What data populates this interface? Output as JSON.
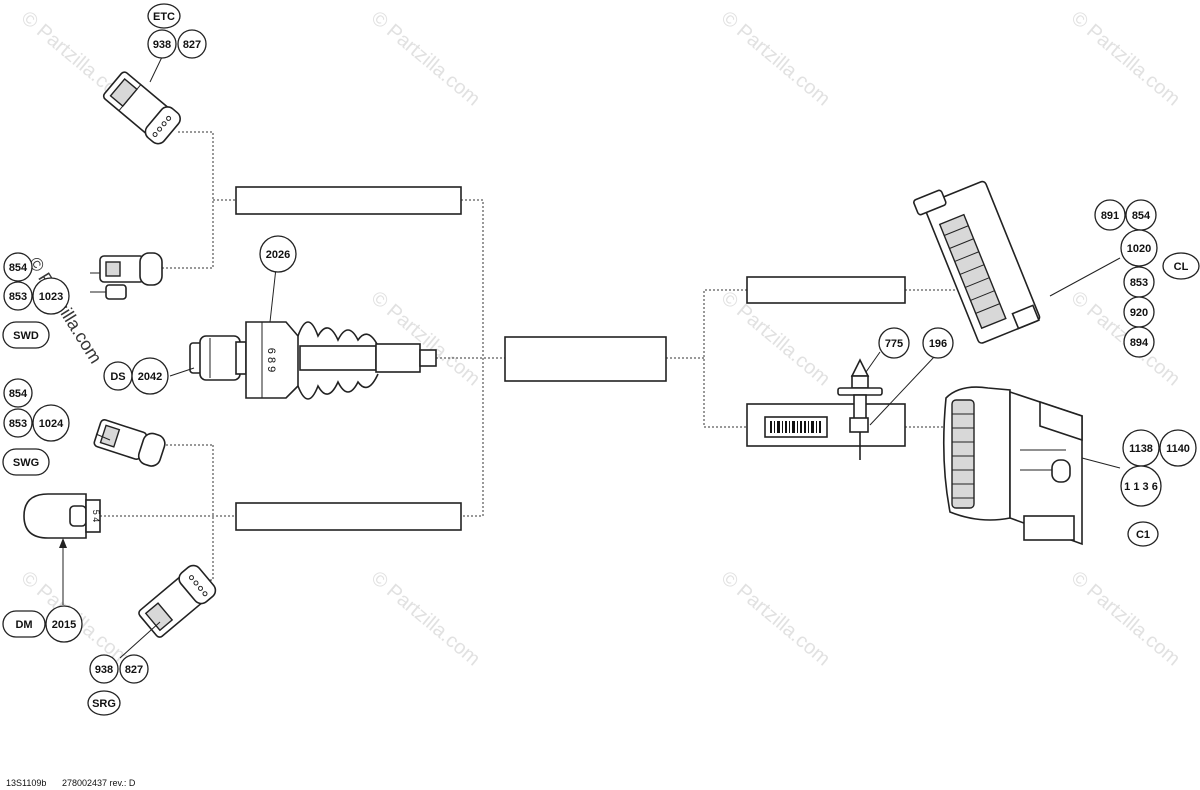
{
  "callouts": {
    "etc_label": "ETC",
    "etc_938": "938",
    "etc_827": "827",
    "swd_854": "854",
    "swd_853": "853",
    "swd_1023": "1023",
    "swd_label": "SWD",
    "sp_2042": "2042",
    "sp_ds": "DS",
    "p_2026": "2026",
    "swg_854": "854",
    "swg_853": "853",
    "swg_1024": "1024",
    "swg_label": "SWG",
    "dm_label": "DM",
    "dm_2015": "2015",
    "srg_938": "938",
    "srg_827": "827",
    "srg_label": "SRG",
    "cl_891": "891",
    "cl_854": "854",
    "cl_1020": "1020",
    "cl_853": "853",
    "cl_920": "920",
    "cl_894": "894",
    "cl_label": "CL",
    "p_775": "775",
    "p_196": "196",
    "c1_1138": "1138",
    "c1_1140": "1140",
    "c1_1136": "1 1 3 6",
    "c1_label": "C1"
  },
  "marks": {
    "sensor_digits": "6 8 9",
    "dm_digits": "5 4"
  },
  "watermark": {
    "text": "© Partzilla.com"
  },
  "footer": {
    "figure_id": "13S1109b",
    "part_rev": "278002437 rev.: D"
  }
}
